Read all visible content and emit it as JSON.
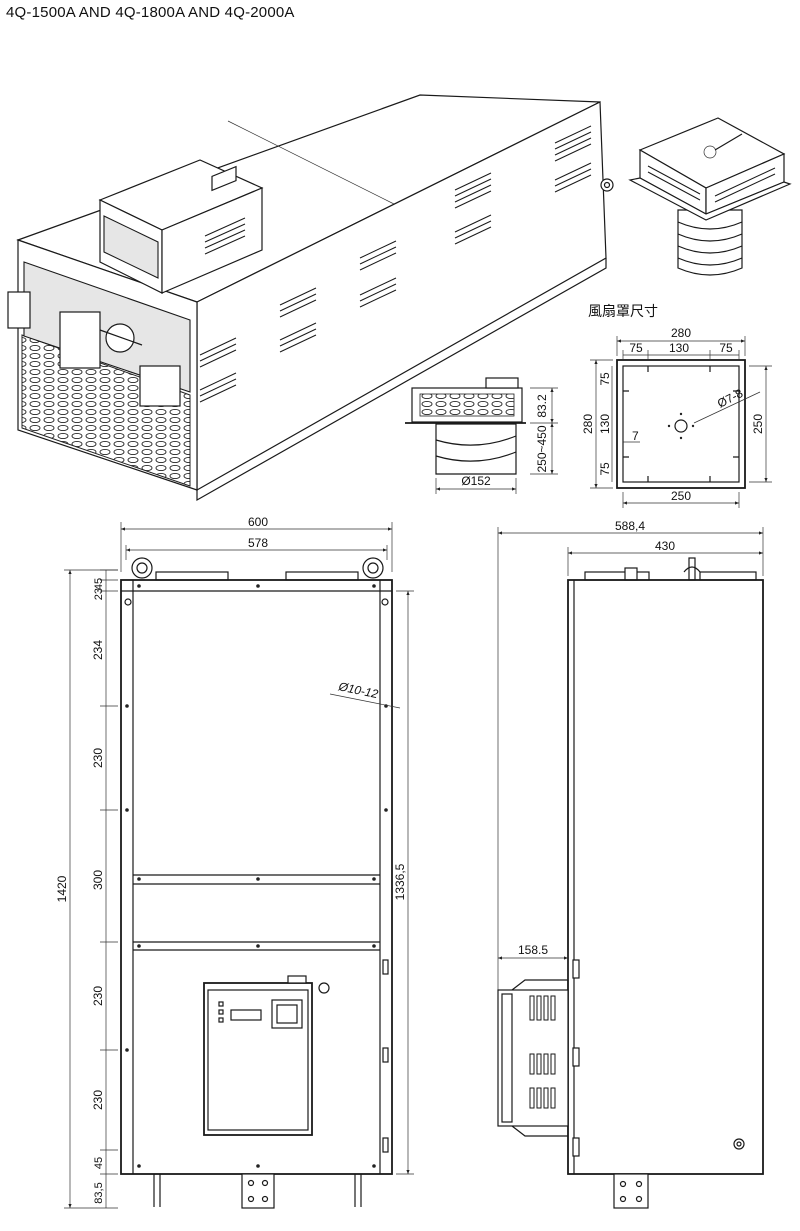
{
  "title": "4Q-1500A AND 4Q-1800A AND 4Q-2000A",
  "fan_cover": {
    "heading": "風扇罩尺寸",
    "top_width": "280",
    "top_segments": [
      "75",
      "130",
      "75"
    ],
    "left_height": "280",
    "left_segments": [
      "75",
      "130",
      "75"
    ],
    "right_height": "250",
    "bottom_width": "250",
    "hole_dia": "Ø7-8",
    "hole_offset": "7",
    "side_height_top": "83.2",
    "side_height_range": "250~450",
    "duct_dia": "Ø152"
  },
  "front_view": {
    "overall_width": "600",
    "inner_width": "578",
    "overall_height": "1420",
    "rail_height": "1336,5",
    "hole_dia": "Ø10-12",
    "left_dims": [
      "45",
      "23",
      "234",
      "230",
      "300",
      "230",
      "230",
      "45",
      "83,5"
    ]
  },
  "side_view": {
    "overall_depth": "588,4",
    "body_depth": "430",
    "front_protrusion": "158.5"
  }
}
